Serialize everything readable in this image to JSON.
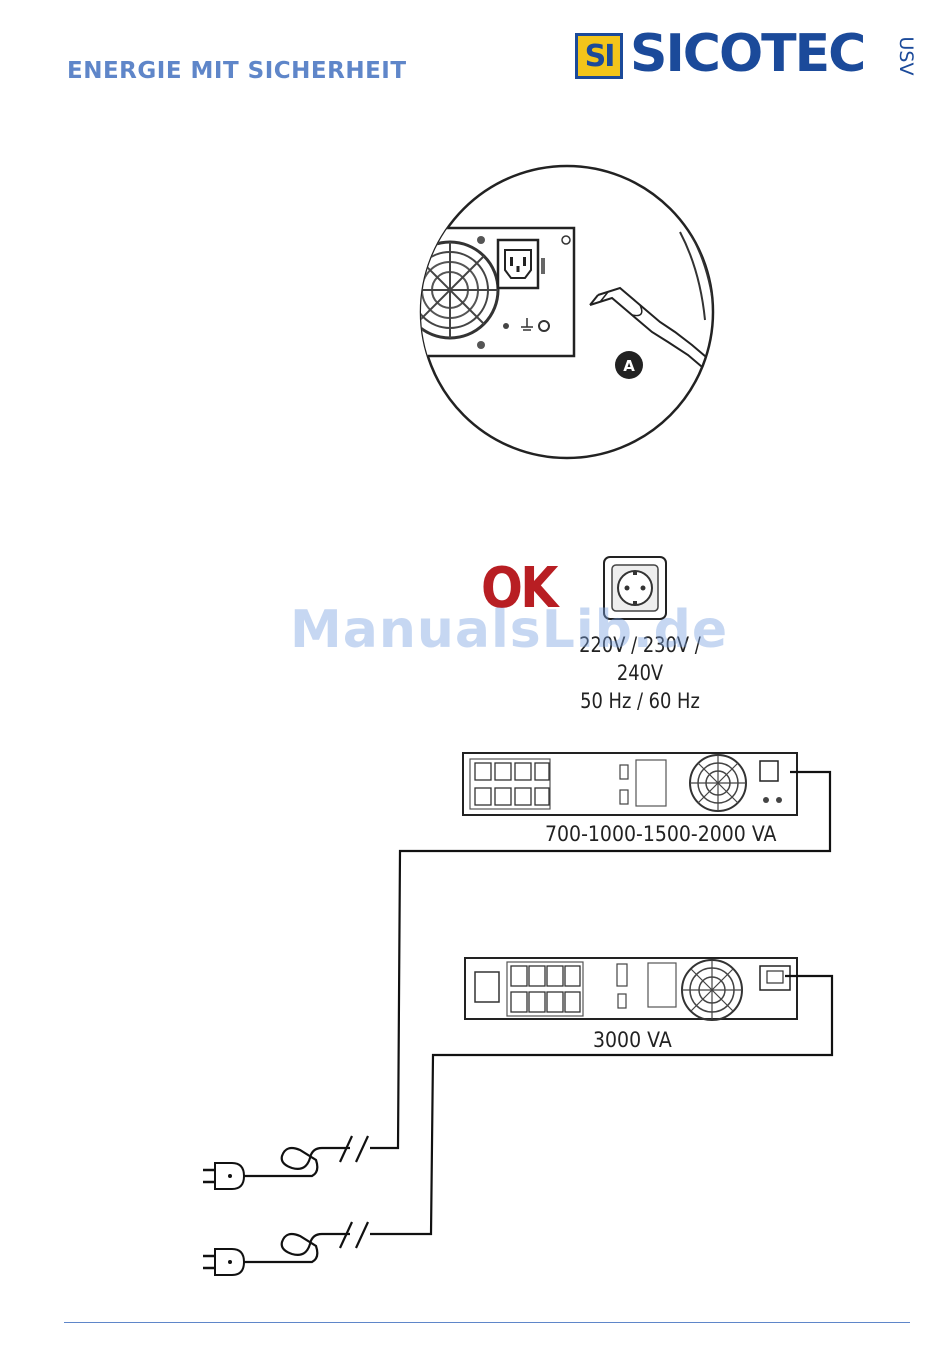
{
  "header": {
    "tagline": "ENERGIE MIT SICHERHEIT",
    "logo_mark": "SI",
    "logo_name": "SICOTEC",
    "logo_suffix": "USV"
  },
  "callout": {
    "letter": "A"
  },
  "outlet": {
    "status": "OK",
    "voltage": "220V / 230V / 240V",
    "frequency": "50 Hz / 60 Hz"
  },
  "watermark": "ManualsLib.de",
  "ups_models": [
    {
      "label": "700-1000-1500-2000 VA"
    },
    {
      "label": "3000 VA"
    }
  ],
  "icons": [
    "fan-icon",
    "iec-inlet-icon",
    "schuko-socket-icon",
    "mains-plug-icon",
    "ground-icon"
  ],
  "colors": {
    "brand_blue": "#1b4a9a",
    "brand_yellow": "#f3c51a",
    "tagline": "#5f86c9",
    "ok_red": "#b81e23"
  }
}
